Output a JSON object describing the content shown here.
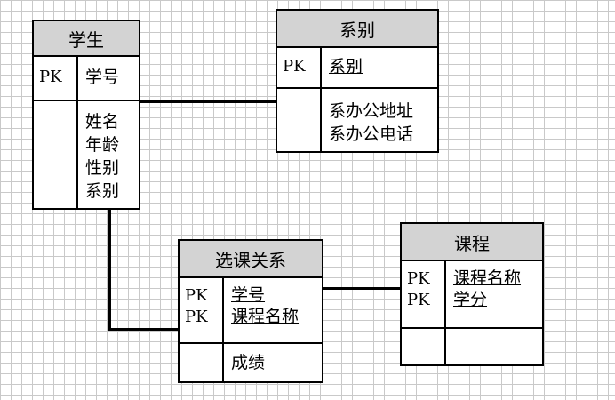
{
  "entities": {
    "student": {
      "title": "学生",
      "pk_labels": [
        "PK"
      ],
      "pk_fields": [
        "学号"
      ],
      "attributes": [
        "姓名",
        "年龄",
        "性别",
        "系别"
      ]
    },
    "department": {
      "title": "系别",
      "pk_labels": [
        "PK"
      ],
      "pk_fields": [
        "系别"
      ],
      "attributes": [
        "系办公地址",
        "系办公电话"
      ]
    },
    "enrollment": {
      "title": "选课关系",
      "pk_labels": [
        "PK",
        "PK"
      ],
      "pk_fields": [
        "学号",
        "课程名称"
      ],
      "attributes": [
        "成绩"
      ]
    },
    "course": {
      "title": "课程",
      "pk_labels": [
        "PK",
        "PK"
      ],
      "pk_fields": [
        "课程名称",
        "学分"
      ],
      "attributes": []
    }
  },
  "colors": {
    "header_fill": "#d3d3d3",
    "grid": "#c9c9c9",
    "border": "#000000"
  }
}
